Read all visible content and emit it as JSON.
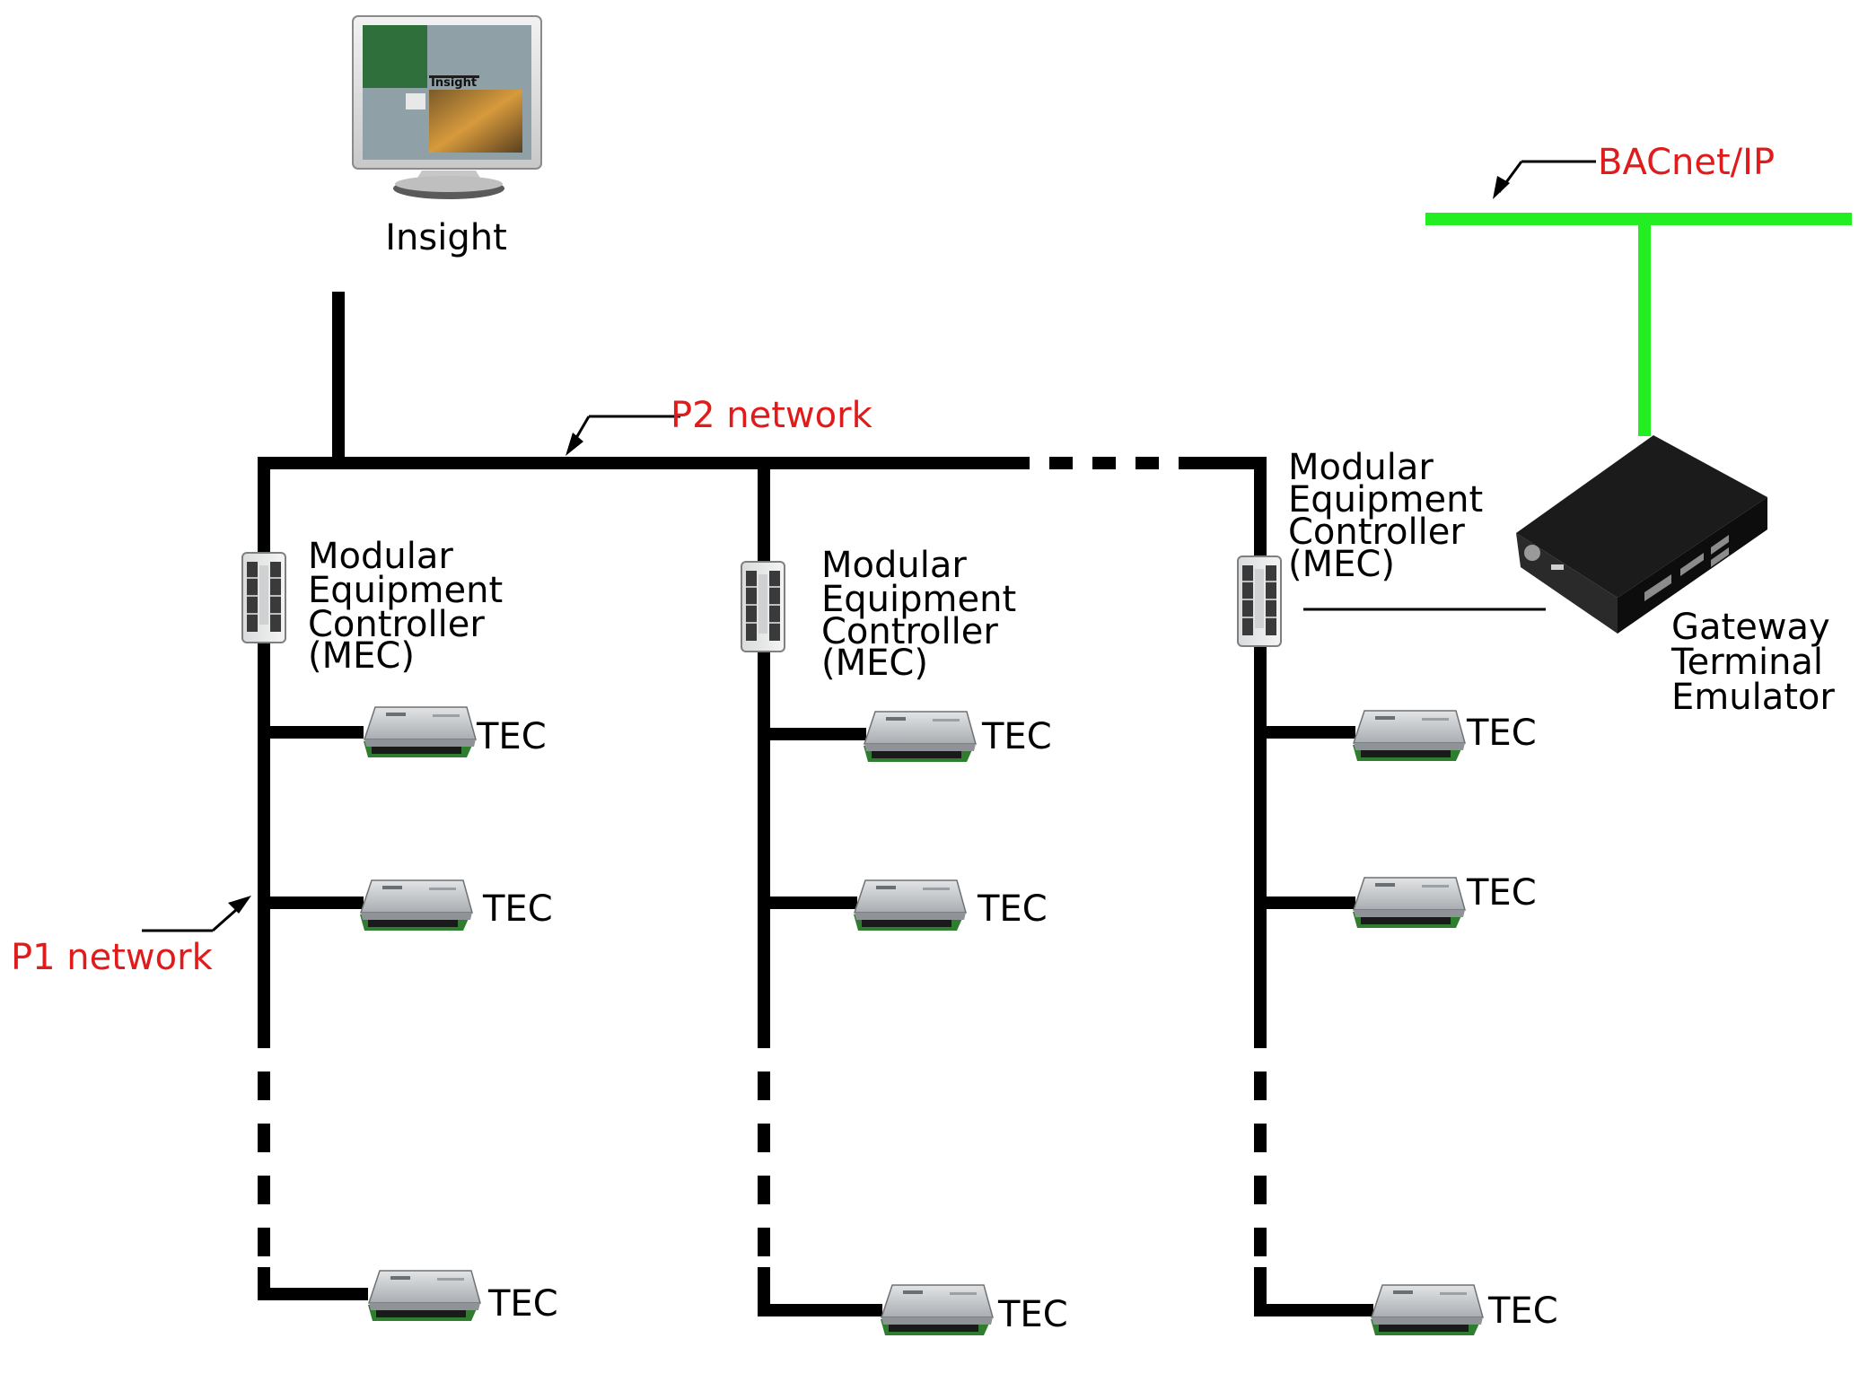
{
  "workstation": {
    "label": "Insight",
    "screen_title": "Insight"
  },
  "networks": {
    "p2": "P2 network",
    "p1": "P1 network",
    "bacnet": "BACnet/IP"
  },
  "controllers": [
    {
      "lines": [
        "Modular",
        "Equipment",
        "Controller",
        "(MEC)"
      ]
    },
    {
      "lines": [
        "Modular",
        "Equipment",
        "Controller",
        "(MEC)"
      ]
    },
    {
      "lines": [
        "Modular",
        "Equipment",
        "Controller",
        "(MEC)"
      ]
    }
  ],
  "gateway": {
    "lines": [
      "Gateway",
      "Terminal",
      "Emulator"
    ]
  },
  "tec_label": "TEC",
  "colors": {
    "network_label": "#e01b1b",
    "bacnet_line": "#22ee22",
    "wire": "#000000"
  }
}
